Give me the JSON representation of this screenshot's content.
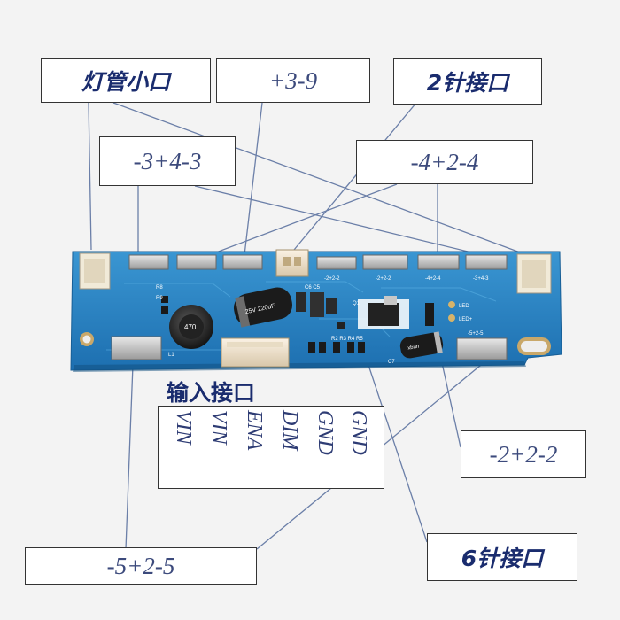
{
  "labels": {
    "lamp_port": "灯管小口",
    "plus_3_9": "+3-9",
    "two_pin_port": "2针接口",
    "minus_3_4_3": "-3+4-3",
    "minus_4_2_4": "-4+2-4",
    "input_port": "输入接口",
    "minus_2_2_2": "-2+2-2",
    "minus_5_2_5": "-5+2-5",
    "six_pin_port": "6针接口"
  },
  "pins": [
    "VIN",
    "VIN",
    "ENA",
    "DIM",
    "GND",
    "GND"
  ],
  "silkscreen": {
    "led_minus": "LED-",
    "led_plus": "LED+",
    "con_2_2_2": "-2+2-2",
    "con_4_2_4": "-4+2-4",
    "con_3_4_3": "-3+4-3",
    "con_5_2_5": "-5+2-5",
    "cap_text": "25V 220uF",
    "inductor": "470",
    "diode": "xbun",
    "q1": "Q1",
    "c7": "C7",
    "r_labels": "R2 R3 R4 R5",
    "r8": "R8",
    "r9": "R9",
    "l1": "L1",
    "c_labels": "C6 C5"
  },
  "colors": {
    "pcb": "#2a87c6",
    "pcb_dark": "#1c6aa6",
    "leader_line": "#6b7fa8",
    "label_text": "#1a2c6e"
  }
}
